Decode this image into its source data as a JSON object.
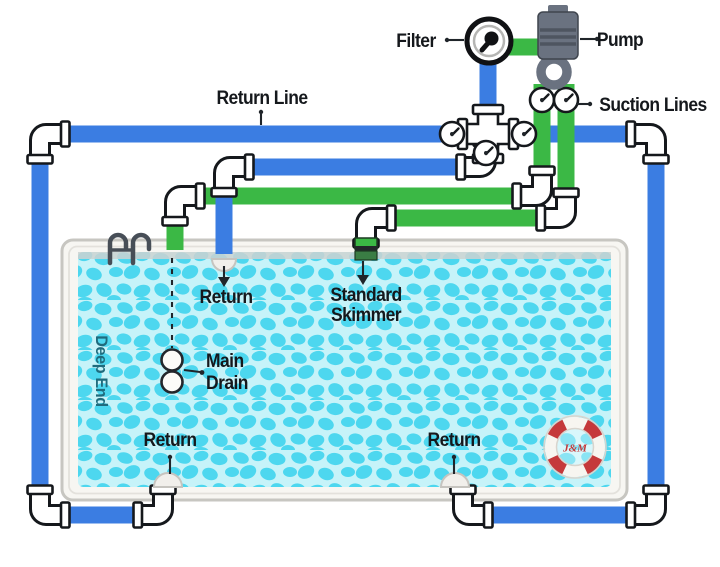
{
  "labels": {
    "filter": "Filter",
    "pump": "Pump",
    "return_line": "Return Line",
    "suction_lines": "Suction Lines",
    "return_top": "Return",
    "skimmer_line1": "Standard",
    "skimmer_line2": "Skimmer",
    "main_drain_line1": "Main",
    "main_drain_line2": "Drain",
    "deep_end": "Deep End",
    "return_bottom_left": "Return",
    "return_bottom_right": "Return"
  },
  "logo": {
    "center_text": "J&M"
  },
  "colors": {
    "pipe_blue": "#3b7de2",
    "pipe_green": "#3bb845",
    "outline": "#15181c",
    "label": "#15181c",
    "deep_end": "#1f6b7d",
    "water_base": "#c6f3f9",
    "water_pebble": "#4dd7ef",
    "waterline": "#ccd2d1",
    "deck": "#f7f6f2",
    "deck_edge": "#c7c6c1",
    "pump_gray": "#6a7280",
    "pump_dark": "#4e5560",
    "fitting_white": "#ffffff",
    "logo_red": "#c5393b",
    "arrow": "#20252a"
  }
}
